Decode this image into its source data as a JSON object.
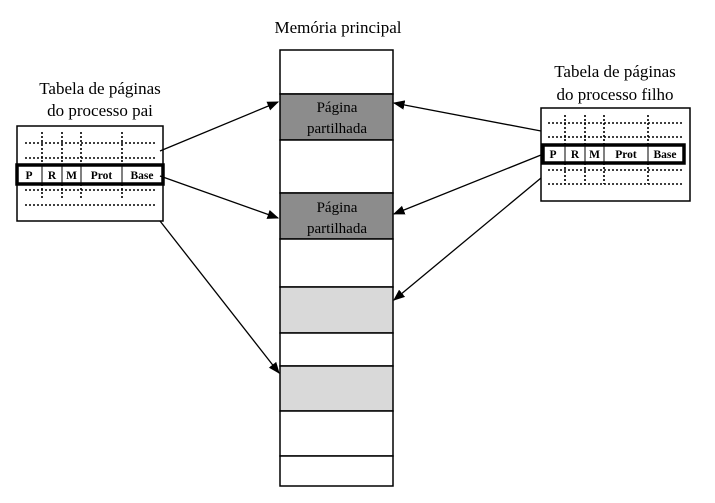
{
  "memory": {
    "title": "Memória principal",
    "shared_page_line1": "Página",
    "shared_page_line2": "partilhada"
  },
  "parent_table": {
    "title_line1": "Tabela de páginas",
    "title_line2": "do processo pai"
  },
  "child_table": {
    "title_line1": "Tabela de páginas",
    "title_line2": "do processo filho"
  },
  "entry_fields": [
    "P",
    "R",
    "M",
    "Prot",
    "Base"
  ],
  "colors": {
    "shared_page": "#8c8c8c",
    "private_page": "#d9d9d9",
    "free_frame": "#ffffff",
    "line": "#000000"
  }
}
